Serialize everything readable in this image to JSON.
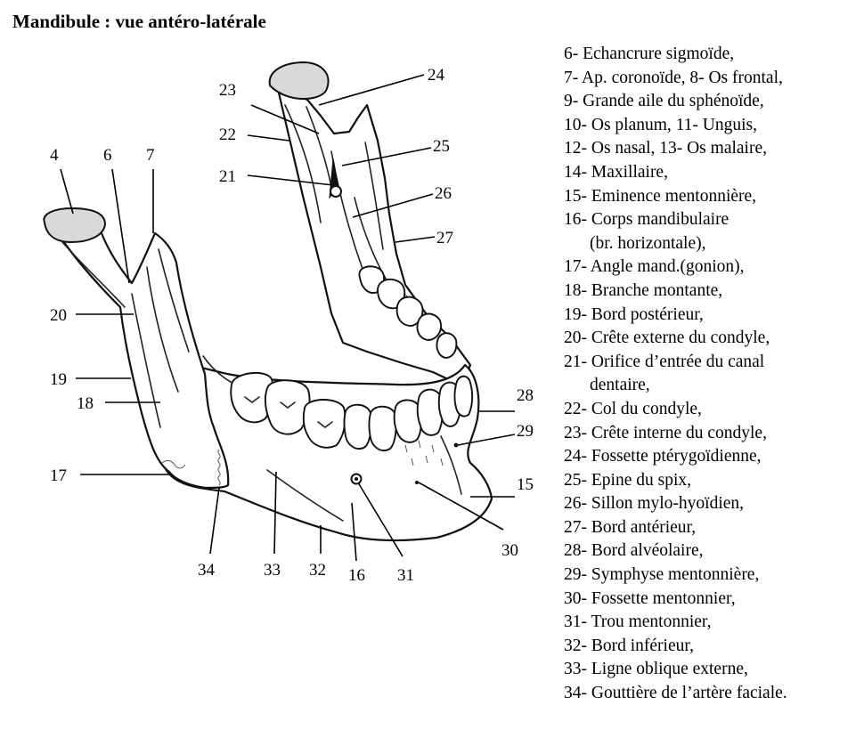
{
  "title": "Mandibule : vue antéro-latérale",
  "legend": [
    "6- Echancrure sigmoïde,",
    "7- Ap. coronoïde,  8- Os frontal,",
    "9- Grande aile du sphénoïde,",
    "10- Os planum,  11- Unguis,",
    "12- Os nasal,  13- Os malaire,",
    "14- Maxillaire,",
    "15- Eminence mentonnière,",
    "16- Corps mandibulaire",
    "(br. horizontale),",
    "17- Angle mand.(gonion),",
    "18- Branche montante,",
    "19- Bord postérieur,",
    "20- Crête externe du condyle,",
    "21- Orifice d’entrée du canal",
    "dentaire,",
    "22- Col du condyle,",
    "23- Crête interne du condyle,",
    "24- Fossette ptérygoïdienne,",
    "25- Epine du spix,",
    "26- Sillon mylo-hyoïdien,",
    "27- Bord antérieur,",
    "28- Bord alvéolaire,",
    "29- Symphyse mentonnière,",
    "30- Fossette mentonnier,",
    "31- Trou mentonnier,",
    "32- Bord inférieur,",
    "33- Ligne oblique externe,",
    "34- Gouttière de l’artère faciale."
  ],
  "labels": {
    "l4": "4",
    "l6": "6",
    "l7": "7",
    "l20": "20",
    "l19": "19",
    "l18": "18",
    "l17": "17",
    "l34": "34",
    "l33": "33",
    "l32": "32",
    "l16": "16",
    "l31": "31",
    "l30": "30",
    "l15": "15",
    "l29": "29",
    "l28": "28",
    "l27": "27",
    "l26": "26",
    "l25": "25",
    "l24": "24",
    "l23": "23",
    "l22": "22",
    "l21": "21"
  }
}
